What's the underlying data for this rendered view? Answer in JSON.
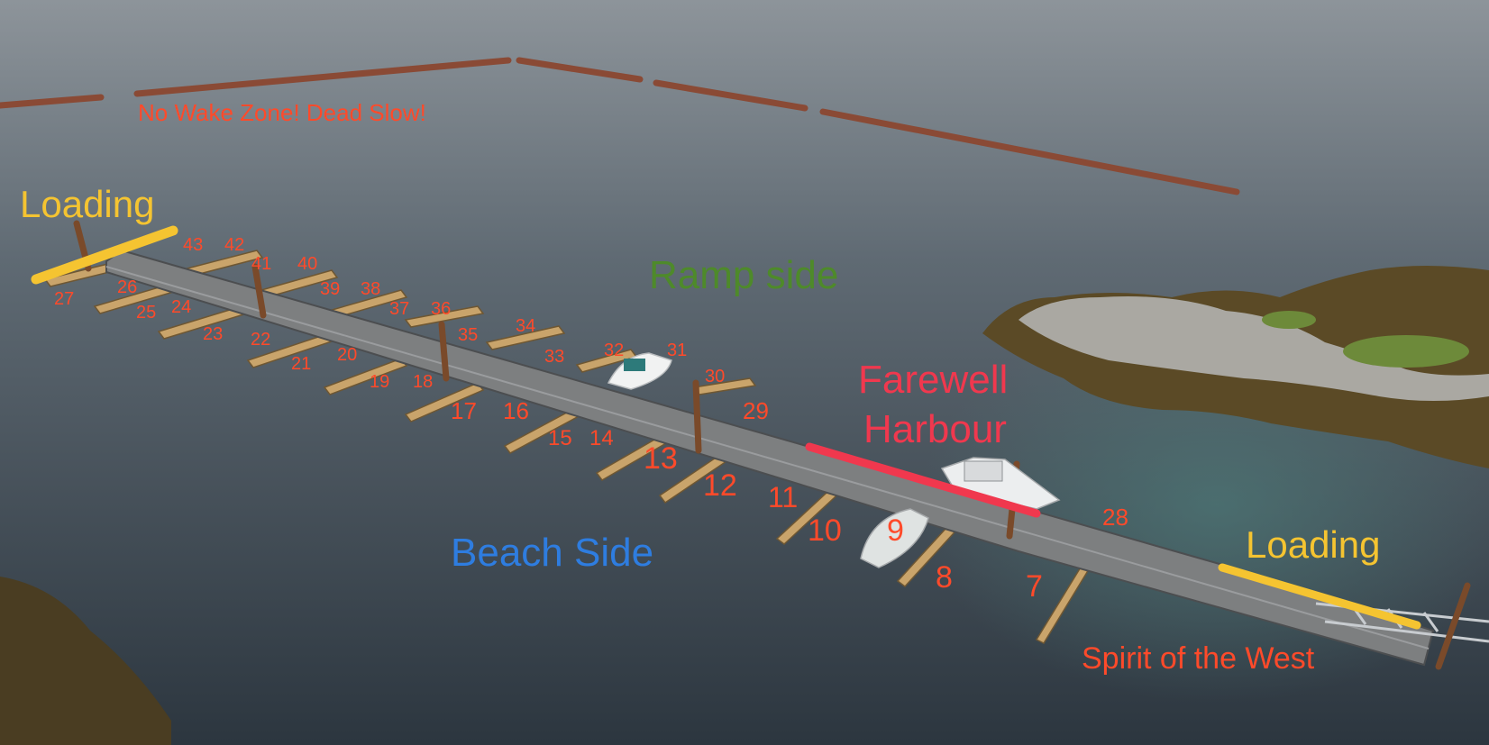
{
  "labels": {
    "no_wake": "No Wake Zone! Dead Slow!",
    "loading_left": "Loading",
    "loading_right": "Loading",
    "ramp_side": "Ramp side",
    "farewell_line1": "Farewell",
    "farewell_line2": "Harbour",
    "beach_side": "Beach Side",
    "spirit": "Spirit of the West"
  },
  "slip_numbers": {
    "s7": "7",
    "s8": "8",
    "s9": "9",
    "s10": "10",
    "s11": "11",
    "s12": "12",
    "s13": "13",
    "s14": "14",
    "s15": "15",
    "s16": "16",
    "s17": "17",
    "s18": "18",
    "s19": "19",
    "s20": "20",
    "s21": "21",
    "s22": "22",
    "s23": "23",
    "s24": "24",
    "s25": "25",
    "s26": "26",
    "s27": "27",
    "s28": "28",
    "s29": "29",
    "s30": "30",
    "s31": "31",
    "s32": "32",
    "s33": "33",
    "s34": "34",
    "s35": "35",
    "s36": "36",
    "s37": "37",
    "s38": "38",
    "s39": "39",
    "s40": "40",
    "s41": "41",
    "s42": "42",
    "s43": "43"
  },
  "colors": {
    "water": "#3f4a55",
    "label_red": "#ff4a2a",
    "harbour_red": "#f0384e",
    "loading_yellow": "#f5c431",
    "ramp_green": "#4e8a2a",
    "beach_blue": "#2e7de0",
    "deck": "#7d7f80",
    "finger": "#c9a46b",
    "breakwater": "#8a4a35"
  }
}
